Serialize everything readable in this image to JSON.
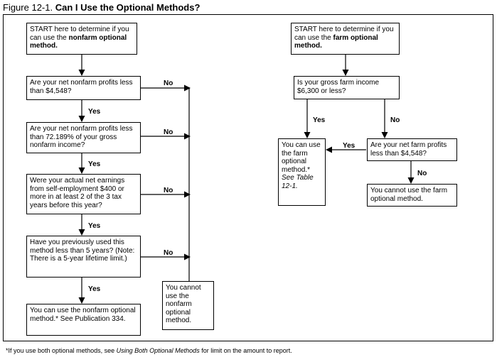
{
  "figure": {
    "number": "Figure 12-1.",
    "title": "Can I Use the Optional Methods?"
  },
  "nonfarm": {
    "start_pre": "START here to determine if you can use the",
    "start_bold": "nonfarm optional method.",
    "q1": "Are your net nonfarm profits less than $4,548?",
    "q2": "Are your net nonfarm profits less than 72.189% of your gross nonfarm income?",
    "q3": "Were your actual net earnings from self-employment $400 or more in at least 2 of the 3 tax years before this year?",
    "q4": "Have you previously used this method less than 5 years? (Note: There is a 5-year lifetime limit.)",
    "result_yes": "You can use the nonfarm optional method.* See Publication 334.",
    "result_no": "You cannot use the nonfarm optional method."
  },
  "farm": {
    "start_pre": "START here to determine if you can use the",
    "start_bold": "farm optional method.",
    "q1": "Is your gross farm income $6,300 or less?",
    "q2": "Are your net farm profits less than $4,548?",
    "result_yes_pre": "You can use the farm optional method.*",
    "result_yes_ital": "See Table 12-1.",
    "result_no": "You cannot use the farm optional method."
  },
  "labels": {
    "yes": "Yes",
    "no": "No"
  },
  "footnote": {
    "pre": "*If you use both optional methods, see",
    "ital": "Using Both Optional Methods",
    "post": "for limit on the amount to report."
  }
}
